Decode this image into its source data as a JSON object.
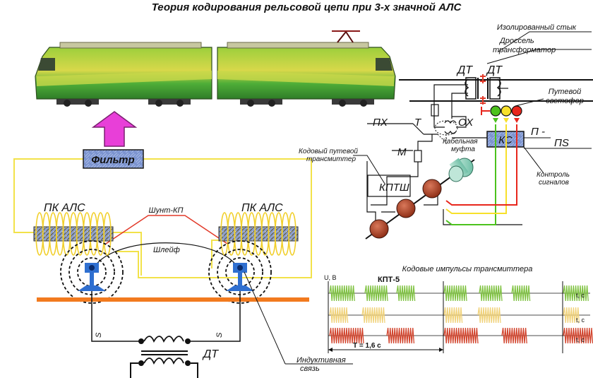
{
  "title": "Теория кодирования рельсовой цепи при 3-х значной АЛС",
  "labels": {
    "filter": "Фильтр",
    "pk_left": "ПК АЛС",
    "pk_right": "ПК АЛС",
    "shunt": "Шунт-КП",
    "loop": "Шлейф",
    "inductive": "Индуктивная связь",
    "dt_bottom": "ДТ",
    "s_left": "S",
    "s_right": "S",
    "insulated_joint": "Изолированный стык",
    "choke": "Дроссель трансформатор",
    "dt1": "ДТ",
    "dt2": "ДТ",
    "track_signal": "Путевой светофор",
    "px": "ПХ",
    "t": "Т",
    "ox": "ОХ",
    "cable_box": "Кабельная муфта",
    "m": "М",
    "code_transmitter": "Кодовый путевой трансмиттер",
    "kptsh": "КПТШ",
    "ks": "КС",
    "p_minus": "П -",
    "p_s": "ПS",
    "signal_control": "Контроль сигналов"
  },
  "pulse_chart": {
    "title": "Кодовые импульсы трансмиттера",
    "code": "КПТ-5",
    "y_axis": "U, В",
    "t_axis": "t, с",
    "period": "Т = 1,6 с",
    "row_colors": [
      "#7fc241",
      "#f0d27a",
      "#d2452e"
    ]
  },
  "colors": {
    "rail": "#f27a1e",
    "loop_wire": "#f2e24a",
    "shunt": "#e23a2a",
    "coil": "#f1cf2a",
    "arrow": "#e83fd8",
    "filter_box": "#7b93cf",
    "signal_green": "#4cc21d",
    "signal_yellow": "#f7e02a",
    "signal_red": "#e8261c"
  }
}
